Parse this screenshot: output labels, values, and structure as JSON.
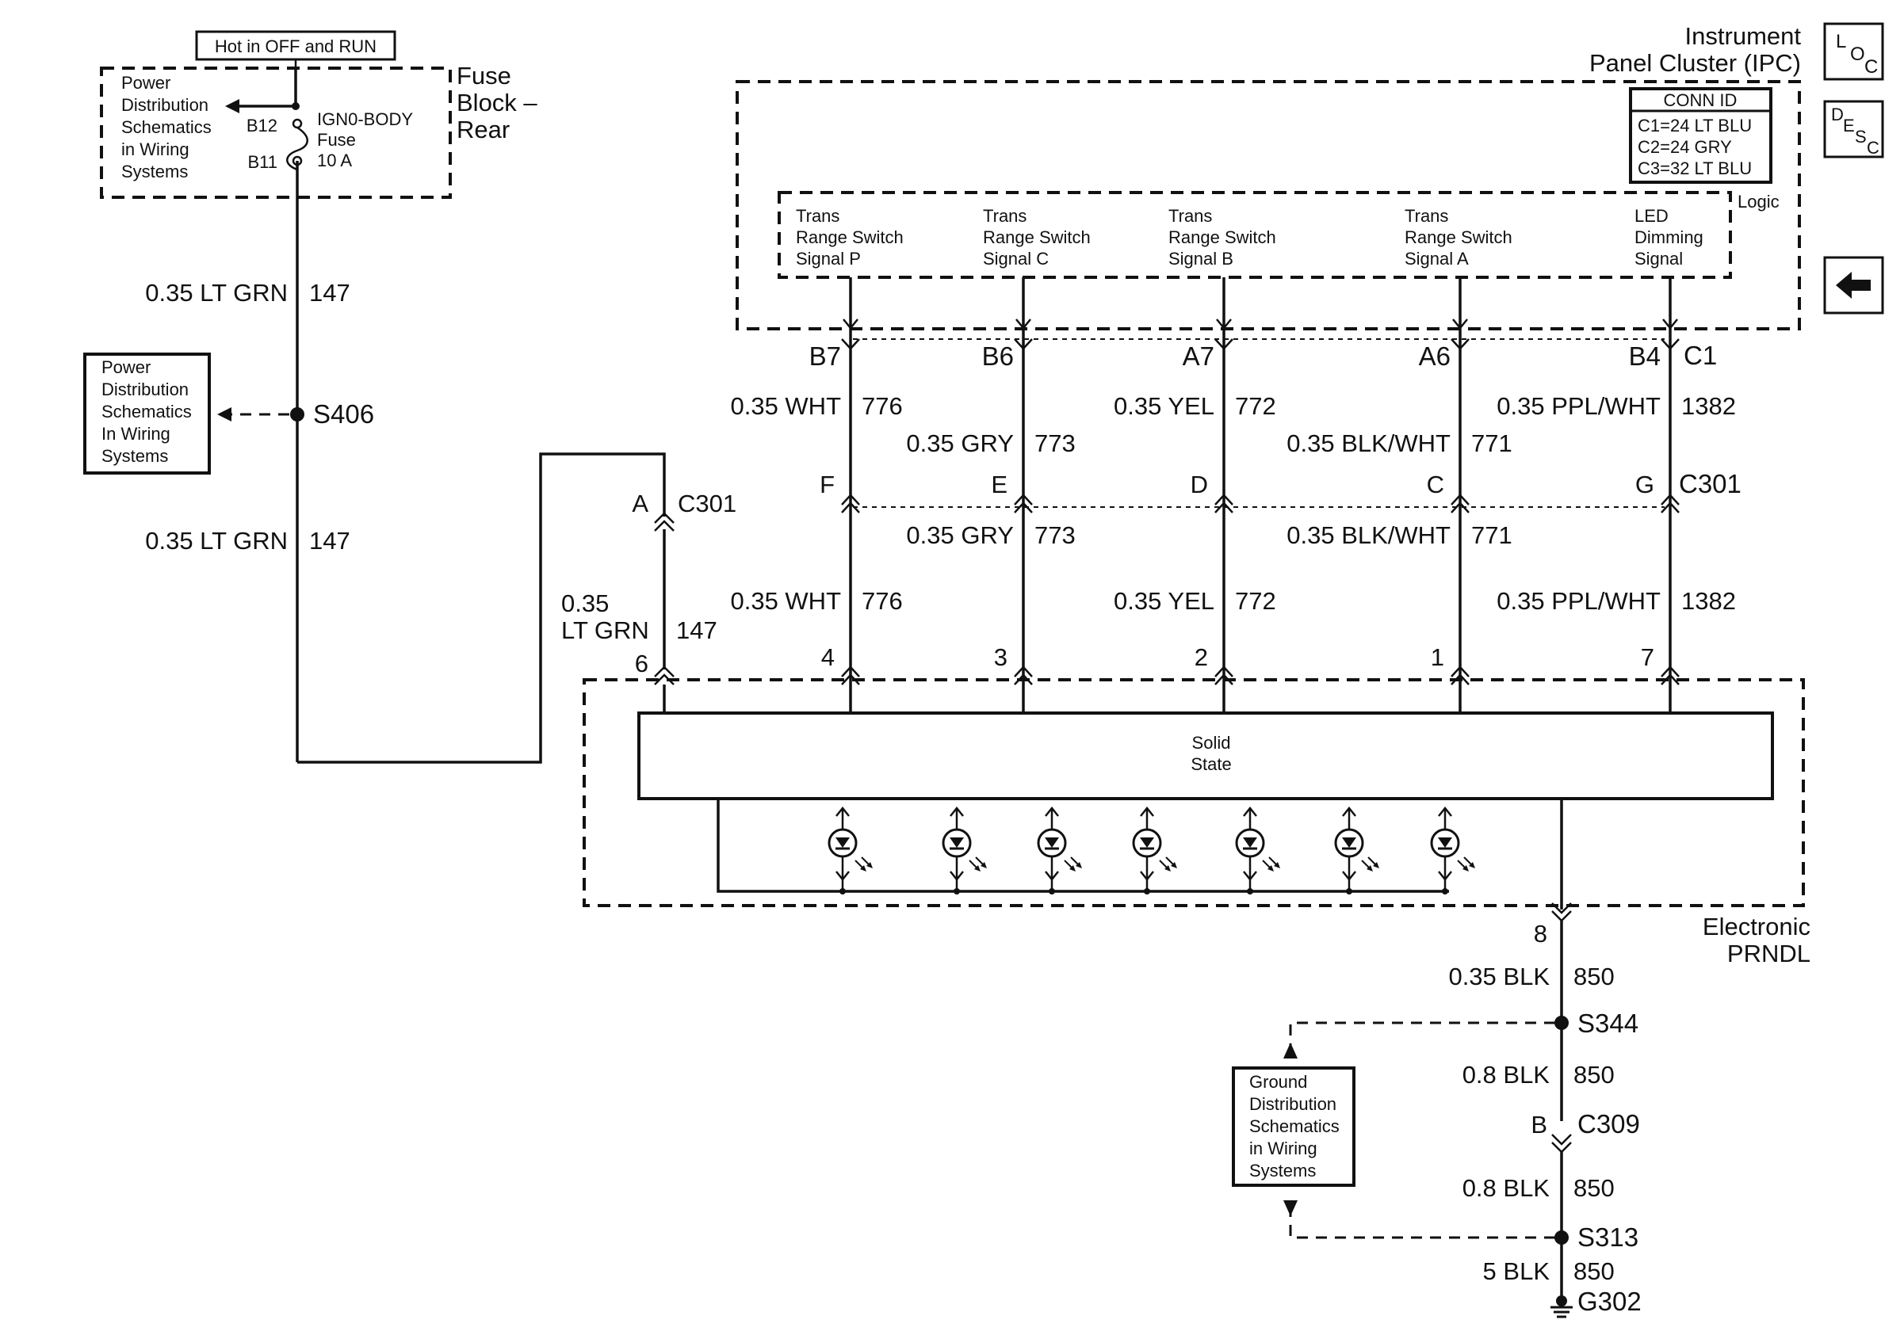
{
  "nav": {
    "loc_l": "L",
    "loc_o": "O",
    "loc_c": "C",
    "desc_d": "D",
    "desc_e": "E",
    "desc_s": "S",
    "desc_c": "C"
  },
  "power": {
    "hot_label": "Hot in OFF and RUN",
    "dist_box": [
      "Power",
      "Distribution",
      "Schematics",
      "in Wiring",
      "Systems"
    ],
    "pin_b12": "B12",
    "pin_b11": "B11",
    "fuse_lines": [
      "IGN0-BODY",
      "Fuse",
      "10 A"
    ],
    "fuse_block": [
      "Fuse",
      "Block –",
      "Rear"
    ],
    "wire_upper": {
      "gauge": "0.35 LT GRN",
      "circuit": "147"
    },
    "splice": "S406",
    "dist_box2": [
      "Power",
      "Distribution",
      "Schematics",
      "In Wiring",
      "Systems"
    ],
    "wire_lower": {
      "gauge": "0.35 LT GRN",
      "circuit": "147"
    }
  },
  "ipc": {
    "title": [
      "Instrument",
      "Panel Cluster (IPC)"
    ],
    "conn_id_title": "CONN ID",
    "conn_ids": [
      "C1=24 LT BLU",
      "C2=24 GRY",
      "C3=32 LT BLU"
    ],
    "logic_label": "Logic",
    "signals": [
      {
        "lines": [
          "Trans",
          "Range Switch",
          "Signal P"
        ]
      },
      {
        "lines": [
          "Trans",
          "Range Switch",
          "Signal C"
        ]
      },
      {
        "lines": [
          "Trans",
          "Range Switch",
          "Signal B"
        ]
      },
      {
        "lines": [
          "Trans",
          "Range Switch",
          "Signal A"
        ]
      },
      {
        "lines": [
          "LED",
          "Dimming",
          "Signal"
        ]
      }
    ],
    "connector_c1": "C1"
  },
  "channels": [
    {
      "ipc_pin": "B7",
      "upper": {
        "gauge": "0.35 WHT",
        "circuit": "776"
      },
      "c301_pin": "F",
      "lower": {
        "gauge": "0.35 WHT",
        "circuit": "776"
      },
      "prndl_pin": "4"
    },
    {
      "ipc_pin": "B6",
      "upper": {
        "gauge": "0.35 GRY",
        "circuit": "773"
      },
      "c301_pin": "E",
      "lower": {
        "gauge": "0.35 GRY",
        "circuit": "773"
      },
      "prndl_pin": "3"
    },
    {
      "ipc_pin": "A7",
      "upper": {
        "gauge": "0.35 YEL",
        "circuit": "772"
      },
      "c301_pin": "D",
      "lower": {
        "gauge": "0.35 YEL",
        "circuit": "772"
      },
      "prndl_pin": "2"
    },
    {
      "ipc_pin": "A6",
      "upper": {
        "gauge": "0.35 BLK/WHT",
        "circuit": "771"
      },
      "c301_pin": "C",
      "lower": {
        "gauge": "0.35 BLK/WHT",
        "circuit": "771"
      },
      "prndl_pin": "1"
    },
    {
      "ipc_pin": "B4",
      "upper": {
        "gauge": "0.35 PPL/WHT",
        "circuit": "1382"
      },
      "c301_pin": "G",
      "lower": {
        "gauge": "0.35 PPL/WHT",
        "circuit": "1382"
      },
      "prndl_pin": "7"
    }
  ],
  "c301": {
    "name": "C301",
    "feed_pin": "A",
    "feed_wire": {
      "gauge_line1": "0.35",
      "gauge_line2": "LT GRN",
      "circuit": "147"
    },
    "feed_prndl_pin": "6"
  },
  "prndl": {
    "solid_state": [
      "Solid",
      "State"
    ],
    "name": [
      "Electronic",
      "PRNDL"
    ],
    "ground_pin": "8",
    "led_count": 7
  },
  "ground": {
    "w1": {
      "gauge": "0.35 BLK",
      "circuit": "850"
    },
    "splice1": "S344",
    "w2": {
      "gauge": "0.8 BLK",
      "circuit": "850"
    },
    "c309_pin": "B",
    "c309": "C309",
    "w3": {
      "gauge": "0.8 BLK",
      "circuit": "850"
    },
    "splice2": "S313",
    "w4": {
      "gauge": "5 BLK",
      "circuit": "850"
    },
    "ground_point": "G302",
    "dist_box": [
      "Ground",
      "Distribution",
      "Schematics",
      "in Wiring",
      "Systems"
    ]
  }
}
